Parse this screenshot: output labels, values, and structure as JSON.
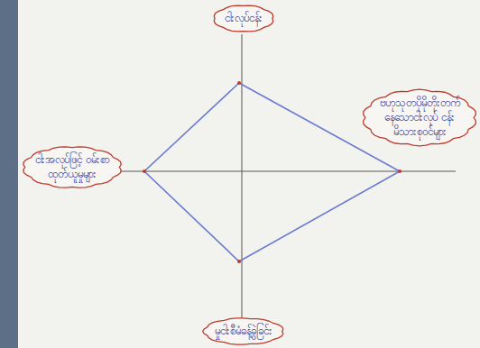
{
  "diagram": {
    "nodes": [
      {
        "text": [
          "ငါးလုပ်ငန်း"
        ]
      },
      {
        "text": [
          "ဗဟုသုတပိုမိုတိုးတက် နေသောငါးလုပ် ငန်းမိသားစုဝင်များ"
        ]
      },
      {
        "text": [
          "ငါးအလုပ်ဖြင့် ဝမ်းစာ ထုတ်ယူမှုများ"
        ]
      },
      {
        "text": [
          "မှုငါးစီမံခန့်ခွဲခြင်း"
        ]
      }
    ]
  }
}
